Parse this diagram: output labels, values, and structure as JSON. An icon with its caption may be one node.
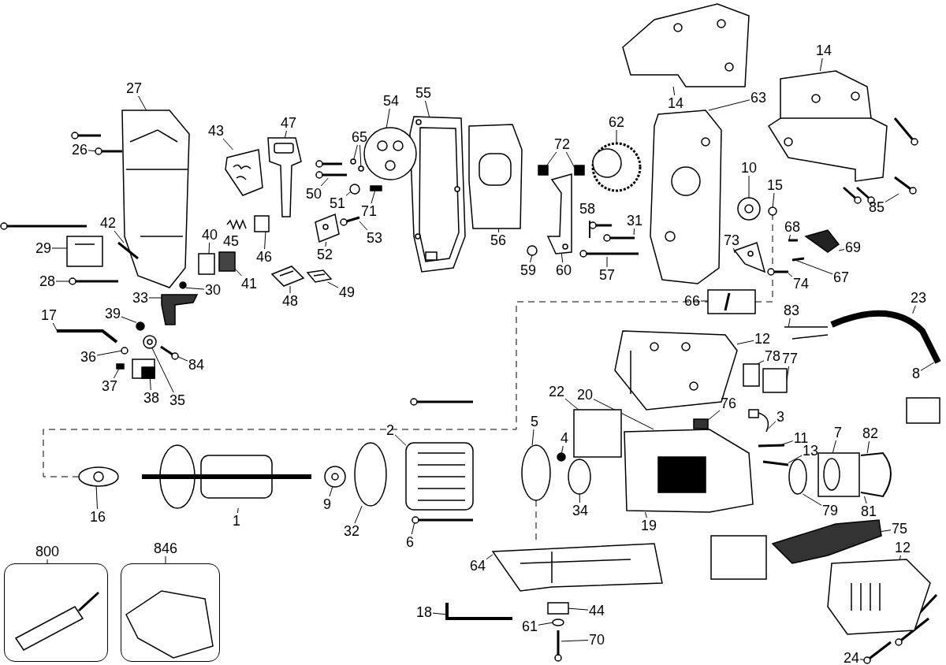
{
  "diagram": {
    "nodes": [
      {
        "text": [
          "27"
        ]
      },
      {
        "text": [
          "26"
        ]
      },
      {
        "text": [
          "43"
        ]
      },
      {
        "text": [
          "47"
        ]
      },
      {
        "text": [
          "55"
        ]
      },
      {
        "text": [
          "54"
        ]
      },
      {
        "text": [
          "65"
        ]
      },
      {
        "text": [
          "50"
        ]
      },
      {
        "text": [
          "51"
        ]
      },
      {
        "text": [
          "71"
        ]
      },
      {
        "text": [
          "53"
        ]
      },
      {
        "text": [
          "46"
        ]
      },
      {
        "text": [
          "52"
        ]
      },
      {
        "text": [
          "42"
        ]
      },
      {
        "text": [
          "29"
        ]
      },
      {
        "text": [
          "40"
        ]
      },
      {
        "text": [
          "41"
        ]
      },
      {
        "text": [
          "28"
        ]
      },
      {
        "text": [
          "30"
        ]
      },
      {
        "text": [
          "33"
        ]
      },
      {
        "text": [
          "48"
        ]
      },
      {
        "text": [
          "49"
        ]
      },
      {
        "text": [
          "17"
        ]
      },
      {
        "text": [
          "39"
        ]
      },
      {
        "text": [
          "36"
        ]
      },
      {
        "text": [
          "84"
        ]
      },
      {
        "text": [
          "37"
        ]
      },
      {
        "text": [
          "38"
        ]
      },
      {
        "text": [
          "35"
        ]
      },
      {
        "text": [
          "14"
        ]
      },
      {
        "text": [
          "14"
        ]
      },
      {
        "text": [
          "63"
        ]
      },
      {
        "text": [
          "62"
        ]
      },
      {
        "text": [
          "72"
        ]
      },
      {
        "text": [
          "31"
        ]
      },
      {
        "text": [
          "56"
        ]
      },
      {
        "text": [
          "59"
        ]
      },
      {
        "text": [
          "60"
        ]
      },
      {
        "text": [
          "57"
        ]
      },
      {
        "text": [
          "10"
        ]
      },
      {
        "text": [
          "15"
        ]
      },
      {
        "text": [
          "68"
        ]
      },
      {
        "text": [
          "69"
        ]
      },
      {
        "text": [
          "67"
        ]
      },
      {
        "text": [
          "73"
        ]
      },
      {
        "text": [
          "74"
        ]
      },
      {
        "text": [
          "85"
        ]
      },
      {
        "text": [
          "66"
        ]
      },
      {
        "text": [
          "83"
        ]
      },
      {
        "text": [
          "23"
        ]
      },
      {
        "text": [
          "8"
        ]
      },
      {
        "text": [
          "12"
        ]
      },
      {
        "text": [
          "78"
        ]
      },
      {
        "text": [
          "77"
        ]
      },
      {
        "text": [
          "76"
        ]
      },
      {
        "text": [
          "3"
        ]
      },
      {
        "text": [
          "22"
        ]
      },
      {
        "text": [
          "20"
        ]
      },
      {
        "text": [
          "2"
        ]
      },
      {
        "text": [
          "5"
        ]
      },
      {
        "text": [
          "4"
        ]
      },
      {
        "text": [
          "11"
        ]
      },
      {
        "text": [
          "13"
        ]
      },
      {
        "text": [
          "7"
        ]
      },
      {
        "text": [
          "82"
        ]
      },
      {
        "text": [
          "16"
        ]
      },
      {
        "text": [
          "1"
        ]
      },
      {
        "text": [
          "9"
        ]
      },
      {
        "text": [
          "32"
        ]
      },
      {
        "text": [
          "6"
        ]
      },
      {
        "text": [
          "34"
        ]
      },
      {
        "text": [
          "19"
        ]
      },
      {
        "text": [
          "79"
        ]
      },
      {
        "text": [
          "81"
        ]
      },
      {
        "text": [
          "75"
        ]
      },
      {
        "text": [
          "64"
        ]
      },
      {
        "text": [
          "12"
        ]
      },
      {
        "text": [
          "44"
        ]
      },
      {
        "text": [
          "18"
        ]
      },
      {
        "text": [
          "61"
        ]
      },
      {
        "text": [
          "70"
        ]
      },
      {
        "text": [
          "24"
        ]
      },
      {
        "text": [
          "800"
        ]
      },
      {
        "text": [
          "846"
        ]
      },
      {
        "text": [],
        "shape": "picture"
      },
      {
        "text": [],
        "shape": "picture"
      },
      {
        "text": [],
        "shape": "picture"
      },
      {
        "text": [],
        "shape": "picture"
      },
      {
        "text": [],
        "shape": "picture"
      },
      {
        "text": [],
        "shape": "picture"
      },
      {
        "text": [],
        "shape": "circle"
      },
      {
        "text": [],
        "shape": "circle"
      },
      {
        "text": [],
        "shape": "picture"
      },
      {
        "text": [],
        "shape": "circle"
      },
      {
        "text": [],
        "shape": "box"
      },
      {
        "text": [],
        "shape": "picture"
      },
      {
        "text": [],
        "shape": "box"
      },
      {
        "text": [],
        "shape": "picture"
      },
      {
        "text": [],
        "shape": "picture"
      },
      {
        "text": [],
        "shape": "picture"
      },
      {
        "text": [],
        "shape": "box"
      },
      {
        "text": [],
        "shape": "box"
      },
      {
        "text": [],
        "shape": "picture"
      },
      {
        "text": [],
        "shape": "circle"
      },
      {
        "text": [],
        "shape": "picture"
      },
      {
        "text": [],
        "shape": "picture"
      },
      {
        "text": [],
        "shape": "picture"
      },
      {
        "text": [],
        "shape": "picture"
      },
      {
        "text": [],
        "shape": "circle"
      },
      {
        "text": [],
        "shape": "circle"
      },
      {
        "text": [],
        "shape": "picture"
      },
      {
        "text": [],
        "shape": "box"
      },
      {
        "text": [],
        "shape": "picture"
      },
      {
        "text": [],
        "shape": "picture"
      },
      {
        "text": [],
        "shape": "picture"
      },
      {
        "text": [],
        "shape": "picture"
      },
      {
        "text": [],
        "shape": "picture"
      },
      {
        "text": [],
        "shape": "picture"
      },
      {
        "text": [],
        "shape": "box"
      },
      {
        "text": [],
        "shape": "box"
      },
      {
        "text": [],
        "shape": "picture"
      },
      {
        "text": [],
        "shape": "picture"
      },
      {
        "text": [],
        "shape": "circle"
      },
      {
        "text": [],
        "shape": "picture"
      },
      {
        "text": [],
        "shape": "picture"
      },
      {
        "text": [],
        "shape": "picture"
      },
      {
        "text": [],
        "shape": "circle"
      },
      {
        "text": [],
        "shape": "picture"
      },
      {
        "text": [],
        "shape": "picture"
      },
      {
        "text": [],
        "shape": "picture"
      },
      {
        "text": [],
        "shape": "picture"
      },
      {
        "text": [],
        "shape": "picture"
      },
      {
        "text": [],
        "shape": "picture"
      },
      {
        "text": [],
        "shape": "picture"
      },
      {
        "text": [],
        "shape": "picture"
      },
      {
        "text": [],
        "shape": "picture"
      },
      {
        "text": [],
        "shape": "picture"
      },
      {
        "text": [],
        "shape": "box"
      },
      {
        "text": [],
        "shape": "box"
      },
      {
        "text": [],
        "shape": "box"
      },
      {
        "text": [],
        "shape": "picture"
      },
      {
        "text": [],
        "shape": "box"
      },
      {
        "text": [],
        "shape": "picture"
      },
      {
        "text": [],
        "shape": "picture"
      },
      {
        "text": [],
        "shape": "circle"
      },
      {
        "text": [],
        "shape": "circle"
      },
      {
        "text": [],
        "shape": "picture"
      },
      {
        "text": [],
        "shape": "picture"
      },
      {
        "text": [],
        "shape": "picture"
      },
      {
        "text": [],
        "shape": "picture"
      },
      {
        "text": [],
        "shape": "picture"
      },
      {
        "text": [],
        "shape": "picture"
      },
      {
        "text": [],
        "shape": "picture"
      },
      {
        "text": [],
        "shape": "circle"
      },
      {
        "text": [],
        "shape": "picture"
      },
      {
        "text": [],
        "shape": "circle"
      },
      {
        "text": [],
        "shape": "circle"
      },
      {
        "text": [],
        "shape": "picture"
      },
      {
        "text": [],
        "shape": "picture"
      },
      {
        "text": [],
        "shape": "picture"
      },
      {
        "text": [],
        "shape": "box"
      },
      {
        "text": [],
        "shape": "picture"
      },
      {
        "text": [],
        "shape": "circle"
      },
      {
        "text": [],
        "shape": "picture"
      },
      {
        "text": [],
        "shape": "picture"
      }
    ],
    "edges": [
      {
        "from": 0,
        "to": 84,
        "arrow": "none"
      },
      {
        "from": 1,
        "to": 85,
        "arrow": "none"
      },
      {
        "from": 2,
        "to": 86,
        "arrow": "none"
      },
      {
        "from": 3,
        "to": 87,
        "arrow": "none"
      },
      {
        "from": 4,
        "to": 88,
        "arrow": "none"
      },
      {
        "from": 5,
        "to": 89,
        "arrow": "none"
      },
      {
        "from": 6,
        "to": 90,
        "arrow": "none"
      },
      {
        "from": 6,
        "to": 91,
        "arrow": "none"
      },
      {
        "from": 7,
        "to": 92,
        "arrow": "none"
      },
      {
        "from": 8,
        "to": 93,
        "arrow": "none"
      },
      {
        "from": 9,
        "to": 94,
        "arrow": "none"
      },
      {
        "from": 10,
        "to": 95,
        "arrow": "none"
      },
      {
        "from": 11,
        "to": 96,
        "arrow": "none"
      },
      {
        "from": 12,
        "to": 97,
        "arrow": "none"
      },
      {
        "from": 13,
        "to": 98,
        "arrow": "none"
      },
      {
        "from": 14,
        "to": 99,
        "arrow": "none"
      },
      {
        "from": 15,
        "to": 100,
        "arrow": "none"
      },
      {
        "from": 16,
        "to": 101,
        "arrow": "none"
      },
      {
        "from": 17,
        "to": 102,
        "arrow": "none"
      },
      {
        "from": 18,
        "to": 103,
        "arrow": "none"
      },
      {
        "from": 19,
        "to": 104,
        "arrow": "none"
      },
      {
        "from": 20,
        "to": 105,
        "arrow": "none"
      },
      {
        "from": 21,
        "to": 106,
        "arrow": "none"
      },
      {
        "from": 22,
        "to": 107,
        "arrow": "none"
      },
      {
        "from": 23,
        "to": 108,
        "arrow": "none"
      },
      {
        "from": 24,
        "to": 109,
        "arrow": "none"
      },
      {
        "from": 25,
        "to": 110,
        "arrow": "none"
      },
      {
        "from": 26,
        "to": 111,
        "arrow": "none"
      },
      {
        "from": 27,
        "to": 112,
        "arrow": "none"
      },
      {
        "from": 28,
        "to": 113,
        "arrow": "none"
      },
      {
        "from": 29,
        "to": 114,
        "arrow": "none"
      },
      {
        "from": 30,
        "to": 115,
        "arrow": "none"
      },
      {
        "from": 31,
        "to": 116,
        "arrow": "none"
      },
      {
        "from": 32,
        "to": 117,
        "arrow": "none"
      },
      {
        "from": 33,
        "to": 118,
        "arrow": "none"
      },
      {
        "from": 33,
        "to": 119,
        "arrow": "none"
      },
      {
        "from": 34,
        "to": 120,
        "arrow": "none"
      },
      {
        "from": 35,
        "to": 121,
        "arrow": "none"
      },
      {
        "from": 36,
        "to": 122,
        "arrow": "none"
      },
      {
        "from": 37,
        "to": 123,
        "arrow": "none"
      },
      {
        "from": 38,
        "to": 124,
        "arrow": "none"
      },
      {
        "from": 39,
        "to": 125,
        "arrow": "none"
      },
      {
        "from": 40,
        "to": 126,
        "arrow": "none"
      },
      {
        "from": 41,
        "to": 127,
        "arrow": "none"
      },
      {
        "from": 42,
        "to": 128,
        "arrow": "none"
      },
      {
        "from": 43,
        "to": 129,
        "arrow": "none"
      },
      {
        "from": 44,
        "to": 130,
        "arrow": "none"
      },
      {
        "from": 45,
        "to": 131,
        "arrow": "none"
      },
      {
        "from": 46,
        "to": 132,
        "arrow": "none"
      },
      {
        "from": 47,
        "to": 133,
        "arrow": "none"
      },
      {
        "from": 48,
        "to": 134,
        "arrow": "none"
      },
      {
        "from": 49,
        "to": 135,
        "arrow": "none"
      },
      {
        "from": 50,
        "to": 135,
        "arrow": "none"
      },
      {
        "from": 51,
        "to": 136,
        "arrow": "none"
      },
      {
        "from": 52,
        "to": 137,
        "arrow": "none"
      },
      {
        "from": 53,
        "to": 138,
        "arrow": "none"
      },
      {
        "from": 54,
        "to": 139,
        "arrow": "none"
      },
      {
        "from": 55,
        "to": 140,
        "arrow": "none"
      },
      {
        "from": 56,
        "to": 141,
        "arrow": "none"
      },
      {
        "from": 57,
        "to": 142,
        "arrow": "none"
      },
      {
        "from": 58,
        "to": 143,
        "arrow": "none"
      },
      {
        "from": 59,
        "to": 144,
        "arrow": "none"
      },
      {
        "from": 60,
        "to": 145,
        "arrow": "none"
      },
      {
        "from": 61,
        "to": 146,
        "arrow": "none"
      },
      {
        "from": 62,
        "to": 147,
        "arrow": "none"
      },
      {
        "from": 63,
        "to": 148,
        "arrow": "none"
      },
      {
        "from": 64,
        "to": 149,
        "arrow": "none"
      },
      {
        "from": 65,
        "to": 150,
        "arrow": "none"
      },
      {
        "from": 66,
        "to": 151,
        "arrow": "none"
      },
      {
        "from": 67,
        "to": 152,
        "arrow": "none"
      },
      {
        "from": 68,
        "to": 153,
        "arrow": "none"
      },
      {
        "from": 69,
        "to": 154,
        "arrow": "none"
      },
      {
        "from": 70,
        "to": 155,
        "arrow": "none"
      },
      {
        "from": 71,
        "to": 142,
        "arrow": "none"
      },
      {
        "from": 72,
        "to": 156,
        "arrow": "none"
      },
      {
        "from": 73,
        "to": 149,
        "arrow": "none"
      },
      {
        "from": 74,
        "to": 157,
        "arrow": "none"
      },
      {
        "from": 75,
        "to": 158,
        "arrow": "none"
      },
      {
        "from": 76,
        "to": 159,
        "arrow": "none"
      },
      {
        "from": 77,
        "to": 160,
        "arrow": "none"
      },
      {
        "from": 78,
        "to": 161,
        "arrow": "none"
      },
      {
        "from": 79,
        "to": 162,
        "arrow": "none"
      },
      {
        "from": 80,
        "to": 163,
        "arrow": "none"
      },
      {
        "from": 81,
        "to": 164,
        "arrow": "none"
      },
      {
        "from": 150,
        "to": 133,
        "arrow": "none",
        "style": "dashed"
      },
      {
        "from": 133,
        "to": 126,
        "arrow": "none",
        "style": "dashed"
      },
      {
        "from": 144,
        "to": 158,
        "arrow": "none",
        "style": "dashed"
      }
    ],
    "labels": [
      "45",
      "58"
    ]
  }
}
